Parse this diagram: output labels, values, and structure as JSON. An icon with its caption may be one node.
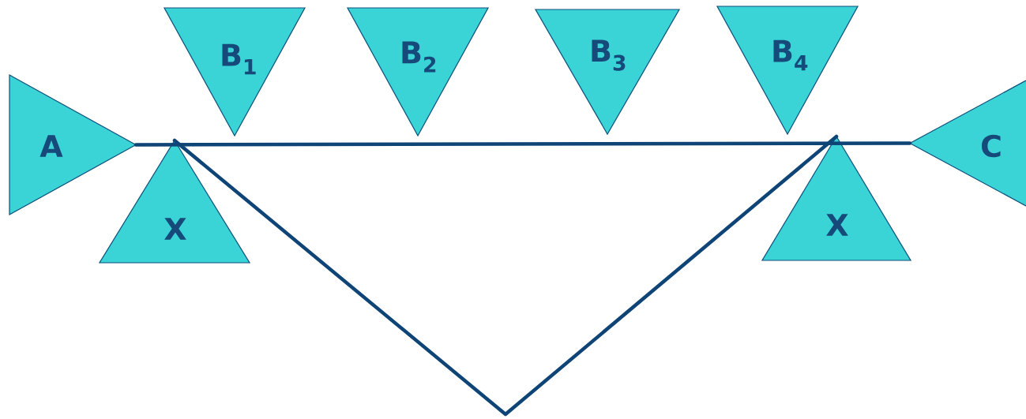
{
  "diagram": {
    "nodes": [
      {
        "text": [
          "A"
        ]
      },
      {
        "text": [
          "B$_{1}$"
        ]
      },
      {
        "text": [
          "B$_{2}$"
        ]
      },
      {
        "text": [
          "B$_{3}$"
        ]
      },
      {
        "text": [
          "B$_{4}$"
        ]
      },
      {
        "text": [
          "C"
        ]
      },
      {
        "text": [
          "X"
        ]
      },
      {
        "text": [
          "X"
        ]
      }
    ],
    "edges": [
      {
        "from": 0,
        "to": 5,
        "arrow": "none"
      },
      {
        "from": 6,
        "to": 7,
        "arrow": "none"
      }
    ]
  }
}
